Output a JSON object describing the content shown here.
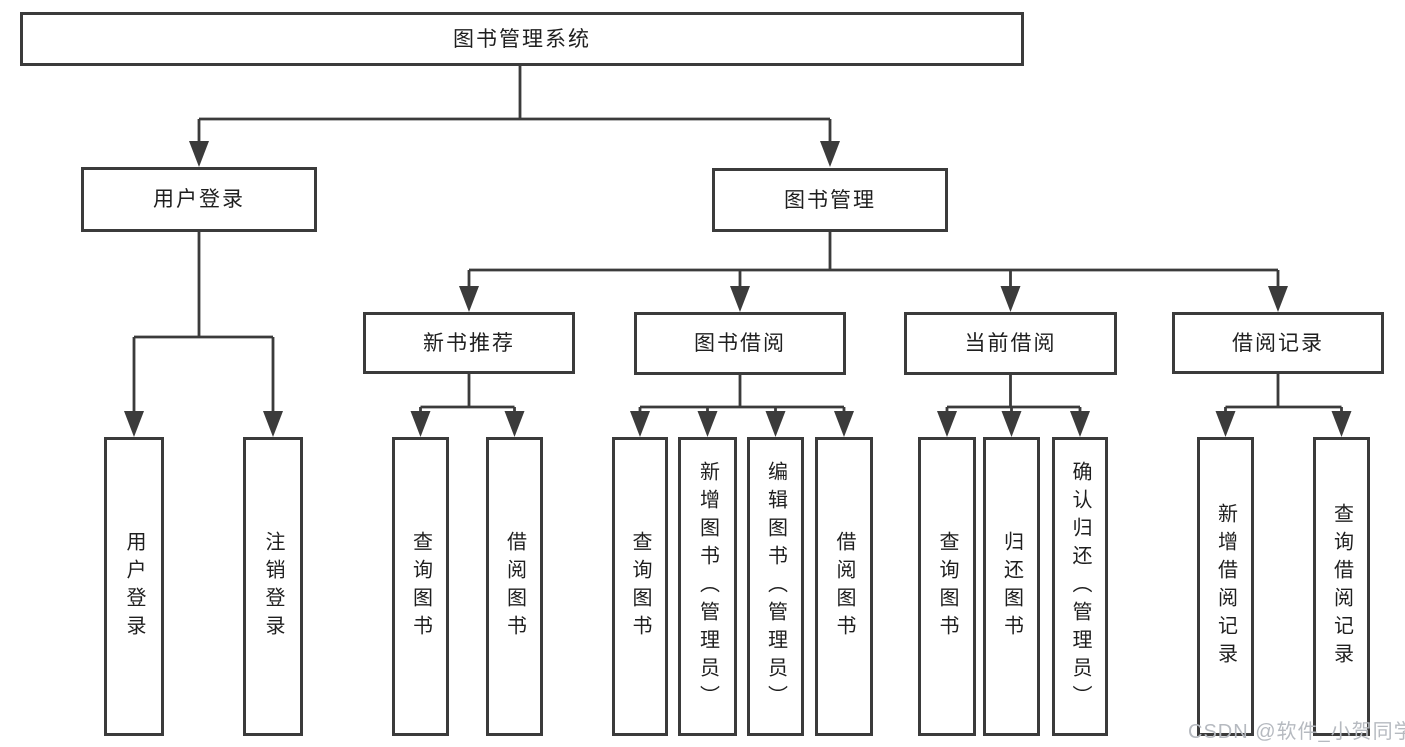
{
  "diagram": {
    "root": {
      "label": "图书管理系统"
    },
    "level2": [
      {
        "label": "用户登录"
      },
      {
        "label": "图书管理"
      }
    ],
    "level3": [
      {
        "label": "新书推荐"
      },
      {
        "label": "图书借阅"
      },
      {
        "label": "当前借阅"
      },
      {
        "label": "借阅记录"
      }
    ],
    "leaves": {
      "user_login": [
        "用户登录",
        "注销登录"
      ],
      "new_book": [
        "查询图书",
        "借阅图书"
      ],
      "book_borrow": [
        "查询图书",
        "新增图书（管理员）",
        "编辑图书（管理员）",
        "借阅图书"
      ],
      "current_borrow": [
        "查询图书",
        "归还图书",
        "确认归还（管理员）"
      ],
      "borrow_record": [
        "新增借阅记录",
        "查询借阅记录"
      ]
    }
  },
  "watermark": {
    "text": "CSDN @软件_小贺同学"
  },
  "colors": {
    "line": "#3b3b3b",
    "text": "#1f1f1f",
    "watermark": "#b6bac0",
    "background": "#ffffff"
  }
}
